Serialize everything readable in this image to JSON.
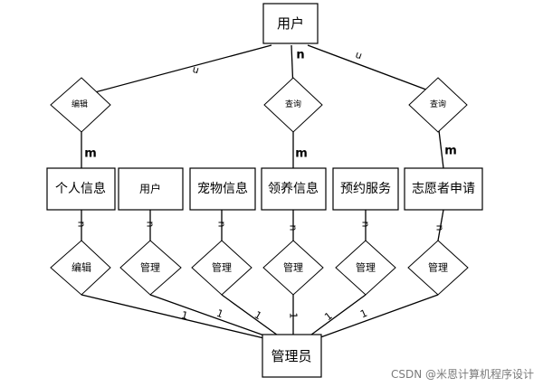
{
  "entities": {
    "user_top": "用户",
    "personal_info": "个人信息",
    "user": "用户",
    "pet_info": "宠物信息",
    "adoption_info": "领养信息",
    "reservation_service": "预约服务",
    "volunteer_application": "志愿者申请",
    "admin": "管理员"
  },
  "relations": {
    "top_edit": "编辑",
    "top_query_1": "查询",
    "top_query_2": "查询",
    "bottom_edit": "编辑",
    "bottom_manage_1": "管理",
    "bottom_manage_2": "管理",
    "bottom_manage_3": "管理",
    "bottom_manage_4": "管理",
    "bottom_manage_5": "管理"
  },
  "cardinalities": {
    "n": "n",
    "m": "m",
    "one": "1"
  },
  "watermark": "CSDN @米恩计算机程序设计"
}
